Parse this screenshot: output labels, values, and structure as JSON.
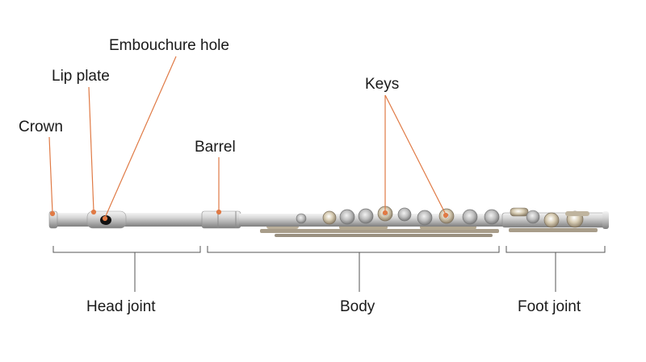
{
  "labels": {
    "crown": "Crown",
    "lip_plate": "Lip plate",
    "embouchure_hole": "Embouchure hole",
    "barrel": "Barrel",
    "keys": "Keys",
    "head_joint": "Head joint",
    "body": "Body",
    "foot_joint": "Foot joint"
  },
  "colors": {
    "leader": "#e07a45",
    "bracket": "#555555",
    "metal_light": "#eeeeee",
    "metal_mid": "#c9c9c9",
    "metal_dark": "#8f8f8f",
    "key_gold": "#c9b48a"
  }
}
